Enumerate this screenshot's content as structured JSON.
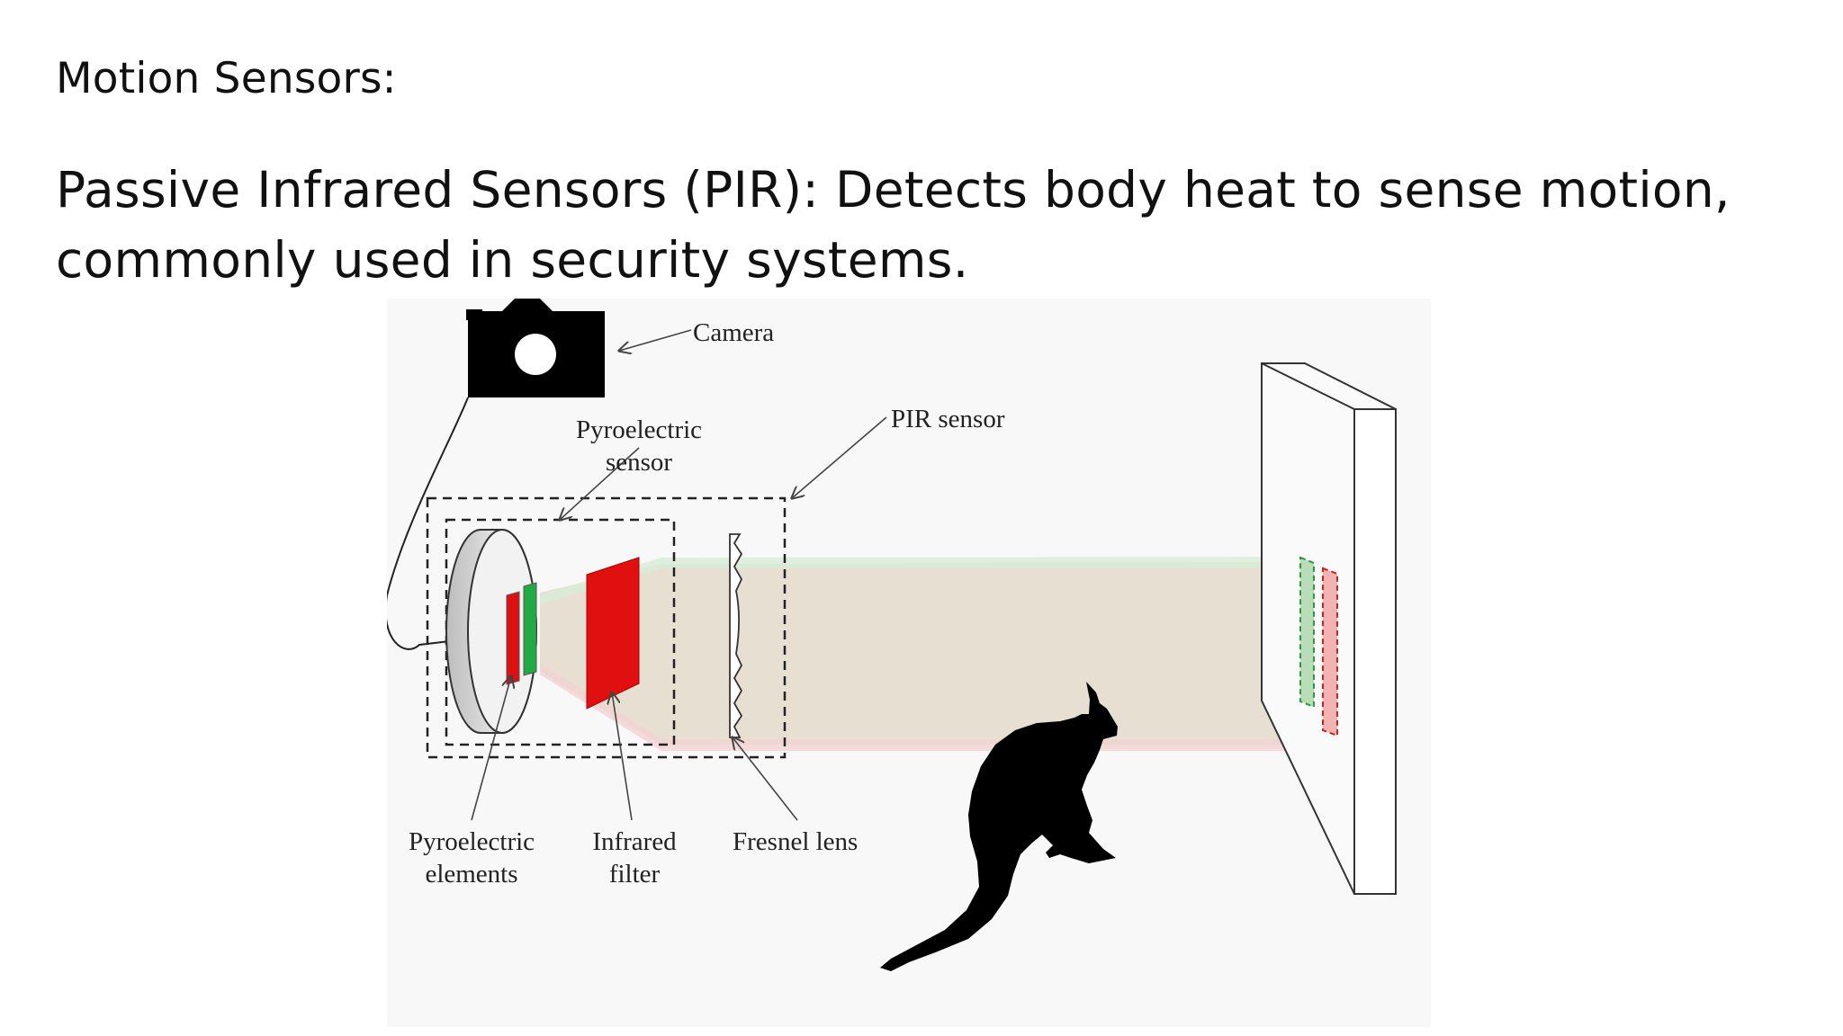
{
  "slide": {
    "heading": "Motion Sensors:",
    "body_line1": "Passive Infrared Sensors (PIR): Detects body heat to sense motion,",
    "body_line2": "commonly used in security systems."
  },
  "figure": {
    "labels": {
      "camera": "Camera",
      "pir_sensor": "PIR sensor",
      "pyroelectric_sensor_line1": "Pyroelectric",
      "pyroelectric_sensor_line2": "sensor",
      "pyroelectric_elements_line1": "Pyroelectric",
      "pyroelectric_elements_line2": "elements",
      "infrared_filter_line1": "Infrared",
      "infrared_filter_line2": "filter",
      "fresnel_lens": "Fresnel lens"
    },
    "icons": [
      "camera-icon",
      "kangaroo-silhouette-icon"
    ],
    "colors": {
      "beam": "#e6dcd0",
      "element_red": "#dd1111",
      "element_green": "#22aa44",
      "filter_red": "#e01010"
    }
  }
}
